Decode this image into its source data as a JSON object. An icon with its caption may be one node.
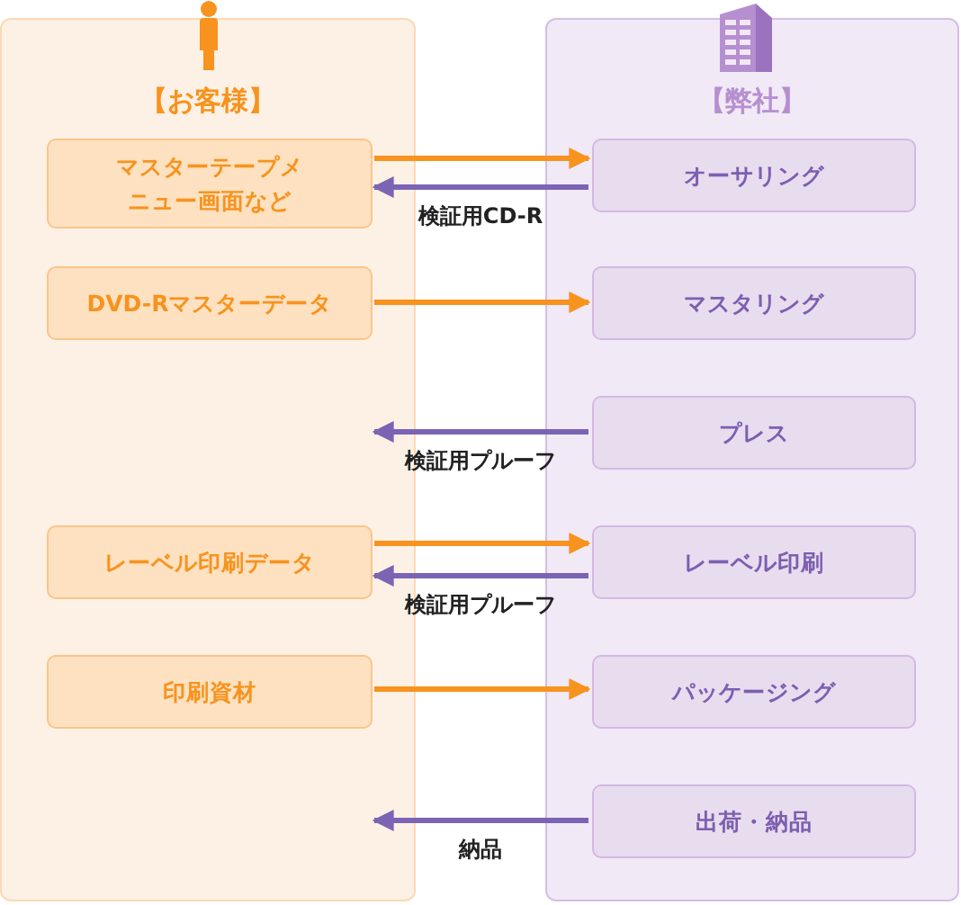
{
  "diagram": {
    "nodes": [
      {
        "text": [
          "【お客様】"
        ]
      },
      {
        "text": [
          "マスターテープメニュー画面など"
        ],
        "in": 0
      },
      {
        "text": [
          "DVD-Rマスターデータ"
        ],
        "in": 0
      },
      {
        "text": [
          "レーベル印刷データ"
        ],
        "in": 0
      },
      {
        "text": [
          "印刷資材"
        ],
        "in": 0
      },
      {
        "text": [
          "【弊社】"
        ]
      },
      {
        "text": [
          "オーサリング"
        ],
        "in": 5
      },
      {
        "text": [
          "マスタリング"
        ],
        "in": 5
      },
      {
        "text": [
          "プレス"
        ],
        "in": 5
      },
      {
        "text": [
          "レーベル印刷"
        ],
        "in": 5
      },
      {
        "text": [
          "パッケージング"
        ],
        "in": 5
      },
      {
        "text": [
          "出荷・納品"
        ],
        "in": 5
      }
    ],
    "edges": [
      {
        "from": 1,
        "to": 6,
        "arrow": "to"
      },
      {
        "from": 6,
        "to": 1,
        "arrow": "to",
        "label": "検証用CD-R",
        "color": "#7b64b4"
      },
      {
        "from": 2,
        "to": 7,
        "arrow": "to"
      },
      {
        "from": 8,
        "to": 0,
        "arrow": "to",
        "label": "検証用プルーフ",
        "color": "#7b64b4"
      },
      {
        "from": 3,
        "to": 9,
        "arrow": "to"
      },
      {
        "from": 9,
        "to": 3,
        "arrow": "to",
        "label": "検証用プルーフ",
        "color": "#7b64b4"
      },
      {
        "from": 4,
        "to": 10,
        "arrow": "to"
      },
      {
        "from": 11,
        "to": 0,
        "arrow": "to",
        "label": "納品",
        "color": "#7b64b4"
      }
    ]
  }
}
